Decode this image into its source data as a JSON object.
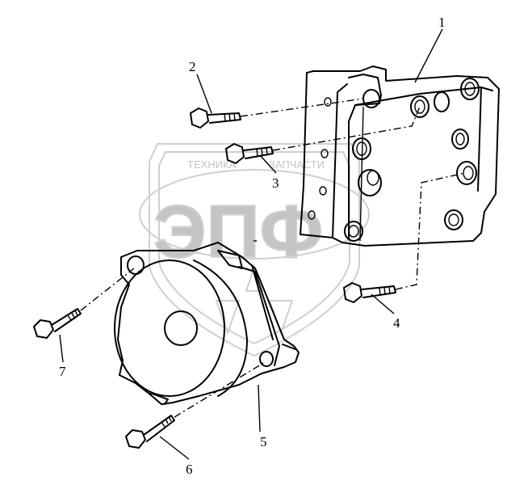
{
  "watermark": {
    "top_text": "ТЕХНИКА",
    "top_text_right": "ЗАПЧАСТИ",
    "logo_text": "ЭПФ"
  },
  "callouts": [
    {
      "id": "1",
      "label": "1"
    },
    {
      "id": "2",
      "label": "2"
    },
    {
      "id": "3",
      "label": "3"
    },
    {
      "id": "4",
      "label": "4"
    },
    {
      "id": "5",
      "label": "5"
    },
    {
      "id": "6",
      "label": "6"
    },
    {
      "id": "7",
      "label": "7"
    }
  ],
  "colors": {
    "line": "#000000",
    "watermark": "#c4c4c4",
    "background": "#ffffff"
  }
}
